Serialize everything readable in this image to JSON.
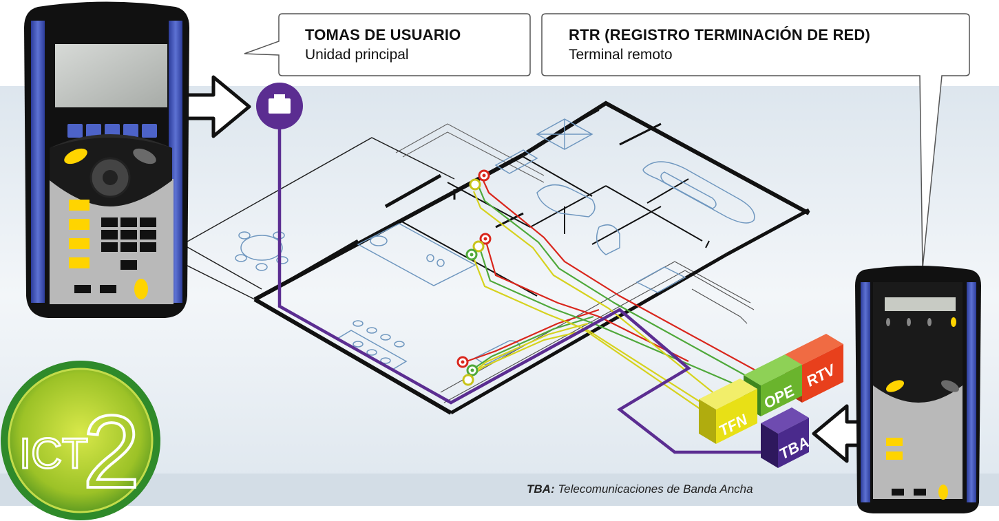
{
  "callouts": {
    "main_unit": {
      "title": "TOMAS DE USUARIO",
      "subtitle": "Unidad principal"
    },
    "remote_unit": {
      "title": "RTR (REGISTRO TERMINACIÓN DE RED)",
      "subtitle": "Terminal remoto"
    }
  },
  "boxes": [
    {
      "id": "rtv",
      "label": "RTV",
      "color": "#e8401c"
    },
    {
      "id": "ope",
      "label": "OPE",
      "color": "#6ab42d"
    },
    {
      "id": "tfn",
      "label": "TFN",
      "color": "#e8e016"
    },
    {
      "id": "tba",
      "label": "TBA",
      "color": "#4a2a8c"
    }
  ],
  "footnote": {
    "abbr": "TBA:",
    "text": "Telecomunicaciones de Banda Ancha"
  },
  "logo": {
    "text": "ICT",
    "number": "2"
  },
  "colors": {
    "background_band": "#e6edf3",
    "tba_line": "#5b2d91",
    "rtv_line": "#d9261c",
    "ope_line": "#4fa83a",
    "tfn_line": "#d6d21e",
    "device_body": "#1a1a1a",
    "device_trim": "#3b4fb0",
    "floorplan_lines": "#7fa6c8"
  },
  "icons": [
    "rj45-socket-icon",
    "arrow-right-icon",
    "arrow-left-icon",
    "car-icon",
    "bed-icon",
    "sofa-icon",
    "table-icon"
  ]
}
